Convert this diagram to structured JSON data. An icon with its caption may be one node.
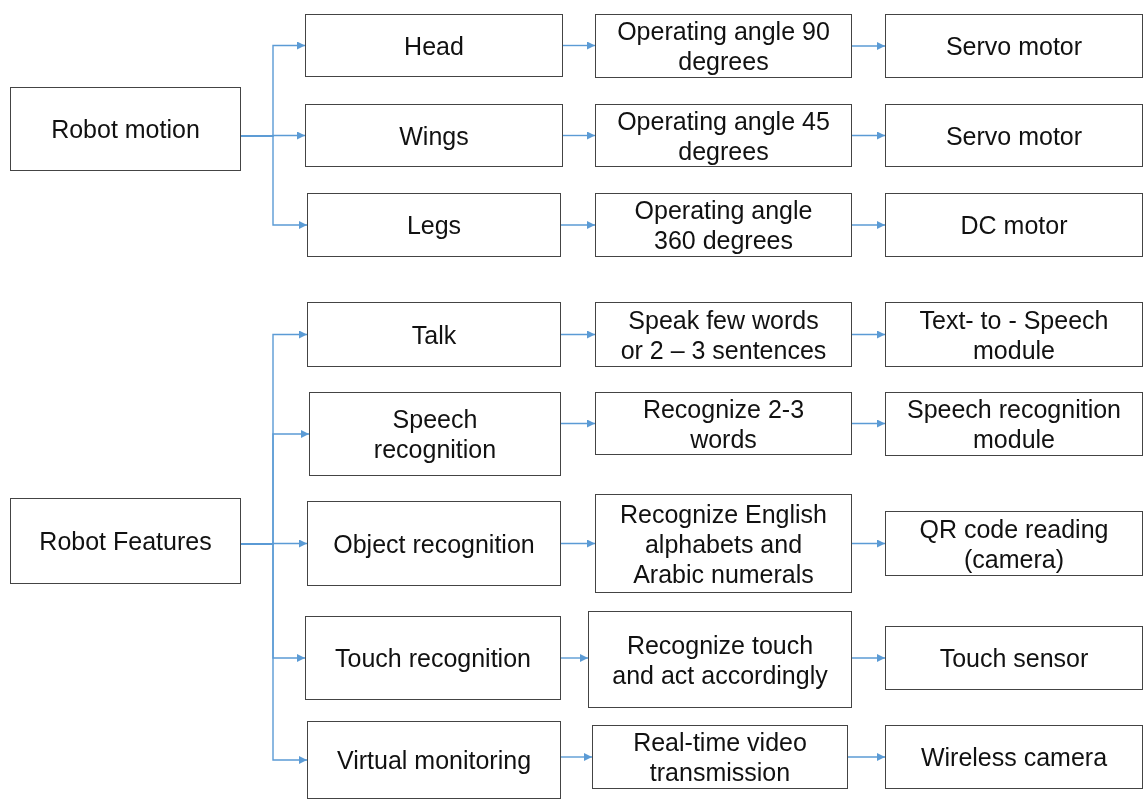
{
  "diagram": {
    "nodes": [
      {
        "text": [
          "Robot motion"
        ]
      },
      {
        "text": [
          "Head"
        ]
      },
      {
        "text": [
          "Operating angle 90 degrees"
        ]
      },
      {
        "text": [
          "Servo motor"
        ]
      },
      {
        "text": [
          "Wings"
        ]
      },
      {
        "text": [
          "Operating angle 45 degrees"
        ]
      },
      {
        "text": [
          "Servo motor"
        ]
      },
      {
        "text": [
          "Legs"
        ]
      },
      {
        "text": [
          "Operating angle 360 degrees"
        ]
      },
      {
        "text": [
          "DC motor"
        ]
      },
      {
        "text": [
          "Robot Features"
        ]
      },
      {
        "text": [
          "Talk"
        ]
      },
      {
        "text": [
          "Speak few words or 2 – 3 sentences"
        ]
      },
      {
        "text": [
          "Text- to - Speech module"
        ]
      },
      {
        "text": [
          "Speech recognition"
        ]
      },
      {
        "text": [
          "Recognize 2-3 words"
        ]
      },
      {
        "text": [
          "Speech recognition module"
        ]
      },
      {
        "text": [
          "Object recognition"
        ]
      },
      {
        "text": [
          "Recognize English alphabets and Arabic numerals"
        ]
      },
      {
        "text": [
          "QR code reading (camera)"
        ]
      },
      {
        "text": [
          "Touch recognition"
        ]
      },
      {
        "text": [
          "Recognize touch and act accordingly"
        ]
      },
      {
        "text": [
          "Touch sensor"
        ]
      },
      {
        "text": [
          "Virtual monitoring"
        ]
      },
      {
        "text": [
          "Real-time video transmission"
        ]
      },
      {
        "text": [
          "Wireless camera"
        ]
      }
    ],
    "edges": [
      {
        "from": 0,
        "to": 1,
        "arrow": "to"
      },
      {
        "from": 0,
        "to": 4,
        "arrow": "to"
      },
      {
        "from": 0,
        "to": 7,
        "arrow": "to"
      },
      {
        "from": 1,
        "to": 2,
        "arrow": "to"
      },
      {
        "from": 2,
        "to": 3,
        "arrow": "to"
      },
      {
        "from": 4,
        "to": 5,
        "arrow": "to"
      },
      {
        "from": 5,
        "to": 6,
        "arrow": "to"
      },
      {
        "from": 7,
        "to": 8,
        "arrow": "to"
      },
      {
        "from": 8,
        "to": 9,
        "arrow": "to"
      },
      {
        "from": 10,
        "to": 11,
        "arrow": "to"
      },
      {
        "from": 10,
        "to": 14,
        "arrow": "to"
      },
      {
        "from": 10,
        "to": 17,
        "arrow": "to"
      },
      {
        "from": 10,
        "to": 20,
        "arrow": "to"
      },
      {
        "from": 10,
        "to": 23,
        "arrow": "to"
      },
      {
        "from": 11,
        "to": 12,
        "arrow": "to"
      },
      {
        "from": 12,
        "to": 13,
        "arrow": "to"
      },
      {
        "from": 14,
        "to": 15,
        "arrow": "to"
      },
      {
        "from": 15,
        "to": 16,
        "arrow": "to"
      },
      {
        "from": 17,
        "to": 18,
        "arrow": "to"
      },
      {
        "from": 18,
        "to": 19,
        "arrow": "to"
      },
      {
        "from": 20,
        "to": 21,
        "arrow": "to"
      },
      {
        "from": 21,
        "to": 22,
        "arrow": "to"
      },
      {
        "from": 23,
        "to": 24,
        "arrow": "to"
      },
      {
        "from": 24,
        "to": 25,
        "arrow": "to"
      }
    ]
  }
}
